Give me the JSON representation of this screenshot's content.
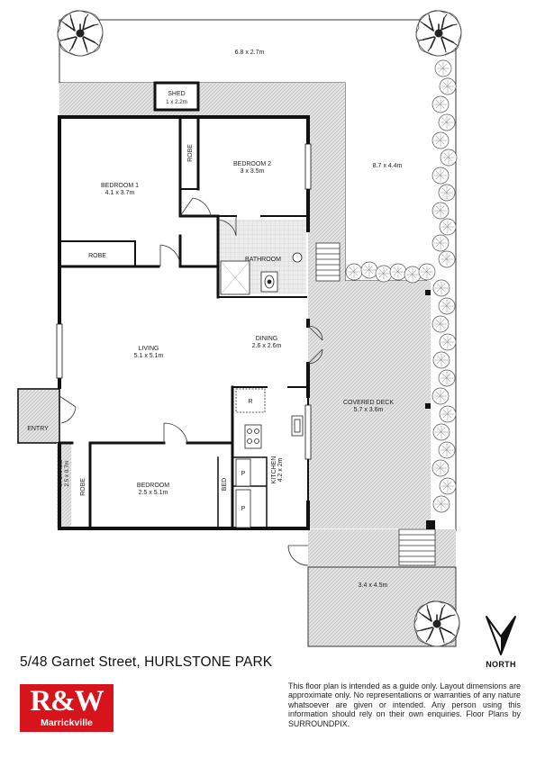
{
  "rooms": {
    "yard_top": {
      "name": "",
      "size": "6.8 x 2.7m"
    },
    "shed": {
      "name": "SHED",
      "size": "1 x 2.2m"
    },
    "robe_right": {
      "name": "ROBE"
    },
    "bedroom2": {
      "name": "BEDROOM 2",
      "size": "3 x 3.5m"
    },
    "bedroom1": {
      "name": "BEDROOM 1",
      "size": "4.1 x 3.7m"
    },
    "yard_side": {
      "name": "",
      "size": "8.7 x 4.4m"
    },
    "robe_left": {
      "name": "ROBE"
    },
    "bathroom": {
      "name": "BATHROOM"
    },
    "living": {
      "name": "LIVING",
      "size": "5.1 x 5.1m"
    },
    "dining": {
      "name": "DINING",
      "size": "2.6 x 2.6m"
    },
    "covered_deck": {
      "name": "COVERED DECK",
      "size": "5.7 x 3.6m"
    },
    "fridge": {
      "name": "R"
    },
    "entry": {
      "name": "ENTRY"
    },
    "kitchen": {
      "name": "KITCHEN",
      "size": "4.2 x 2m"
    },
    "storage": {
      "name": "STORAGE",
      "size": "2.5 x 0.7m"
    },
    "robe_bottom": {
      "name": "ROBE"
    },
    "bedroom3": {
      "name": "BEDROOM",
      "size": "2.5 x 5.1m"
    },
    "bed_robe": {
      "name": "BED"
    },
    "pantry1": {
      "name": "P"
    },
    "pantry2": {
      "name": "P"
    },
    "courtyard": {
      "name": "",
      "size": "3.4 x 4.5m"
    }
  },
  "footer": {
    "address": "5/48 Garnet Street, HURLSTONE PARK",
    "north_label": "NORTH",
    "logo_main": "R&W",
    "logo_sub": "Marrickville",
    "disclaimer": "This floor plan is intended as a guide only. Layout dimensions are approximate only. No representations or warranties of any nature whatsoever are given or intended. Any person using this information should rely on their own enquiries. Floor Plans by  SURROUNDPIX."
  },
  "colors": {
    "wall": "#111111",
    "hatch": "#bfbfbf",
    "logo_red": "#d7141b"
  }
}
